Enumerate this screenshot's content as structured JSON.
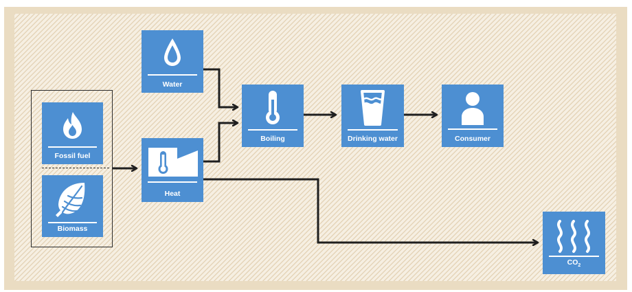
{
  "nodes": {
    "water": "Water",
    "fossil_fuel": "Fossil fuel",
    "biomass": "Biomass",
    "heat": "Heat",
    "boiling": "Boiling",
    "drinking_water": "Drinking water",
    "consumer": "Consumer",
    "co2_main": "CO",
    "co2_sub": "2"
  },
  "colors": {
    "box": "#4d8fd2",
    "frame": "#eadcc2",
    "arrow": "#1f1f1f"
  }
}
